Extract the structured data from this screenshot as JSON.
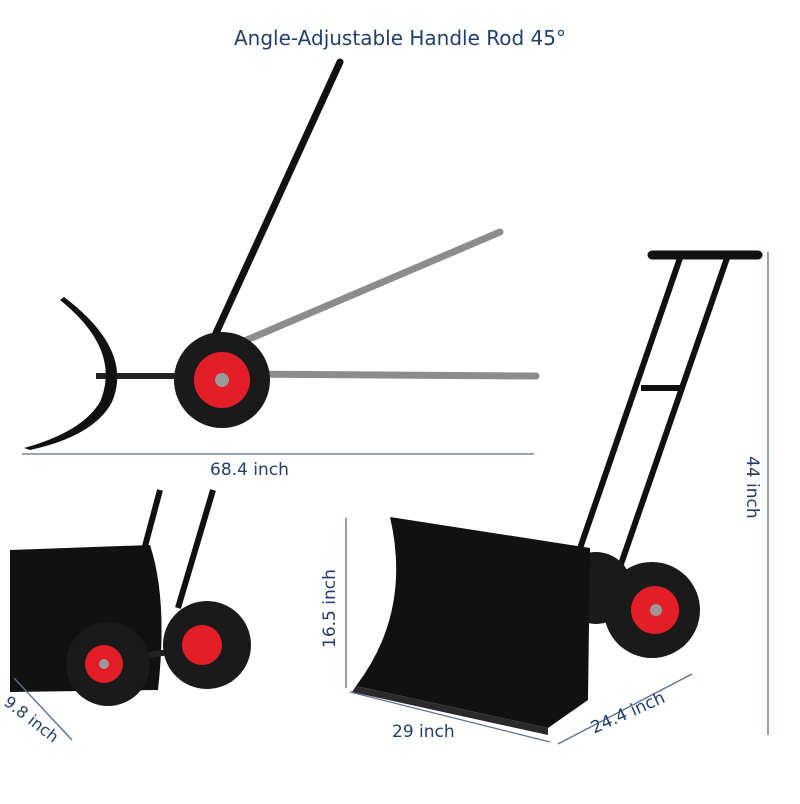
{
  "title": "Angle-Adjustable Handle Rod  45°",
  "dimensions": {
    "length": "68.4 inch",
    "height": "44 inch",
    "blade_height": "16.5 inch",
    "blade_width": "29 inch",
    "depth": "24.4 inch",
    "wheel_width": "9.8 inch"
  },
  "colors": {
    "label_text": "#23406b",
    "dimension_line": "#5a6f8f",
    "frame": "#111111",
    "ghost_handle": "#8c8c8c",
    "rim": "#e41e26",
    "tire": "#1a1a1a"
  }
}
